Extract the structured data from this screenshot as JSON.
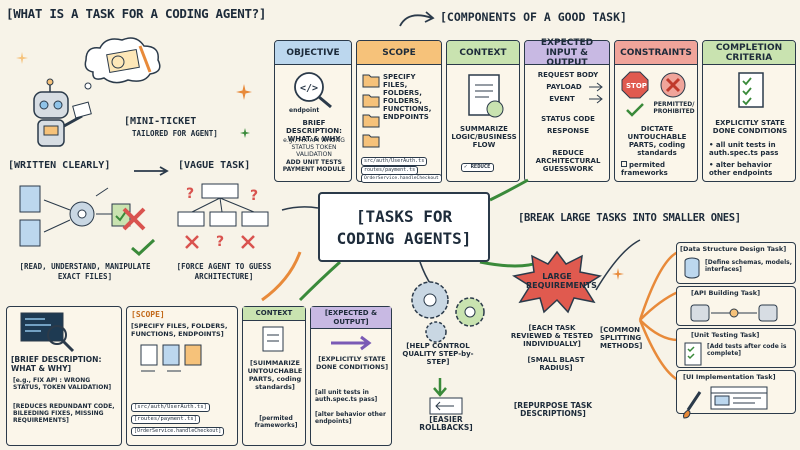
{
  "title": "[WHAT IS A TASK FOR A CODING AGENT?]",
  "components_title": "[COMPONENTS OF A GOOD TASK]",
  "center_title": "[TASKS FOR CODING AGENTS]",
  "mini_ticket": {
    "title": "[MINI-TICKET",
    "sub": "TAILORED FOR AGENT]"
  },
  "written_clearly": "[WRITTEN CLEARLY]",
  "vague_task": "[VAGUE TASK]",
  "read_manipulate": "[READ, UNDERSTAND, MANIPULATE EXACT FILES]",
  "force_agent": "[FORCE AGENT TO GUESS ARCHITECTURE]",
  "components": {
    "objective": {
      "header": "OBJECTIVE",
      "icon_label": "endpoint",
      "desc": "BRIEF DESCRIPTION: WHAT & WHY",
      "example": "e.g., FIX API WRONG STATUS TOKEN VALIDATION",
      "extra": "ADD UNIT TESTS PAYMENT MODULE"
    },
    "scope": {
      "header": "SCOPE",
      "desc": "SPECIFY FILES, FOLDERS, FOLDERS, FUNCTIONS, ENDPOINTS",
      "files": [
        "src/auth/UserAuth.ts",
        "routes/payment.ts",
        "OrderService.handleCheckout"
      ]
    },
    "context": {
      "header": "CONTEXT",
      "desc": "SUMMARIZE LOGIC/BUSINESS FLOW",
      "badge": "REDUCE"
    },
    "expected": {
      "header": "EXPECTED INPUT & OUTPUT",
      "inputs": [
        "REQUEST BODY",
        "PAYLOAD",
        "EVENT"
      ],
      "outputs": [
        "STATUS CODE",
        "RESPONSE"
      ],
      "footer": "REDUCE ARCHITECTURAL GUESSWORK"
    },
    "constraints": {
      "header": "CONSTRAINTS",
      "stop": "STOP",
      "permitted": "PERMITTED/ PROHIBITED",
      "desc": "DICTATE UNTOUCHABLE PARTS, coding standards",
      "item": "permited frameworks"
    },
    "completion": {
      "header": "COMPLETION CRITERIA",
      "desc": "EXPLICITLY STATE DONE CONDITIONS",
      "bullets": [
        "all unit tests in auth.spec.ts pass",
        "alter behavior other endpoints"
      ]
    }
  },
  "bottom": {
    "brief": {
      "title": "[BRIEF DESCRIPTION: WHAT & WHY]",
      "example": "[e.g., FIX API : WRONG STATUS, TOKEN VALIDATION]",
      "reduces": "[REDUCES REDUNDANT CODE, BILEEDING FIXES, MISSING REQUIREMENTS]"
    },
    "scope": {
      "header": "[SCOPE]",
      "desc": "[SPECIFY FILES, FOLDERS, FUNCTIONS, ENDPOINTS]",
      "files": [
        "[src/auth/UserAuth.ts]",
        "[routes/payment.ts]",
        "[OrderService.handleCheckout]"
      ]
    },
    "context": {
      "header": "CONTEXT",
      "desc": "[SUIMMARIZE UNTOUCHABLE PARTS, coding standards]",
      "item": "[permited frameworks]"
    },
    "expected": {
      "header": "[EXPECTED & OUTPUT]",
      "desc": "[EXPLICITLY STATE DONE CONDITIONS]",
      "bullets": [
        "[all unit tests in auth.spec.ts pass]",
        "[alter behavior other endpoints]"
      ]
    }
  },
  "break": {
    "title": "[BREAK LARGE TASKS INTO SMALLER ONES]",
    "large": "LARGE REQUIREMENTS",
    "common": "[COMMON SPLITTING METHODS]",
    "help": "[HELP CONTROL QUALITY STEP-by-STEP]",
    "each": "[EACH TASK REVIEWED & TESTED INDIVIDUALLY]",
    "blast": "[SMALL BLAST RADIUS]",
    "rollback": "[EASIER ROLLBACKS]",
    "repurpose": "[REPURPOSE TASK DESCRIPTIONS]",
    "tasks": [
      {
        "name": "[Data Structure Design Task]",
        "desc": "[Define schemas, models, interfaces]"
      },
      {
        "name": "[API Building Task]",
        "desc": ""
      },
      {
        "name": "[Unit Testing Task]",
        "desc": "[Add tests after code is complete]"
      },
      {
        "name": "[UI Implementation Task]",
        "desc": ""
      }
    ]
  },
  "colors": {
    "blue": "#bcd7ee",
    "orange": "#f6c27a",
    "green": "#c9e3b0",
    "purple": "#c8b9e3",
    "red": "#f0a49a",
    "ink": "#1d2b3a",
    "bg": "#f7f3e8"
  }
}
